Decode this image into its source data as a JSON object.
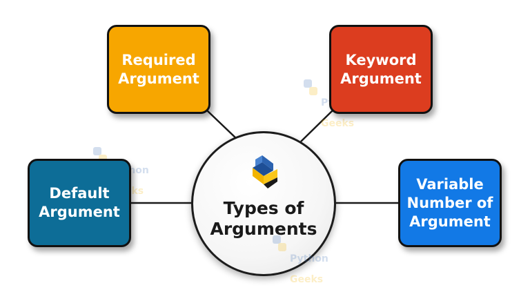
{
  "center": {
    "title": "Types of\nArguments"
  },
  "nodes": {
    "required": {
      "label": "Required\nArgument",
      "color": "#f7a600"
    },
    "keyword": {
      "label": "Keyword\nArgument",
      "color": "#dc3d1f"
    },
    "default": {
      "label": "Default\nArgument",
      "color": "#0d6d97"
    },
    "variable": {
      "label": "Variable\nNumber of\nArgument",
      "color": "#1279e6"
    }
  },
  "watermark": {
    "line1": "Python",
    "line2": "Geeks"
  }
}
